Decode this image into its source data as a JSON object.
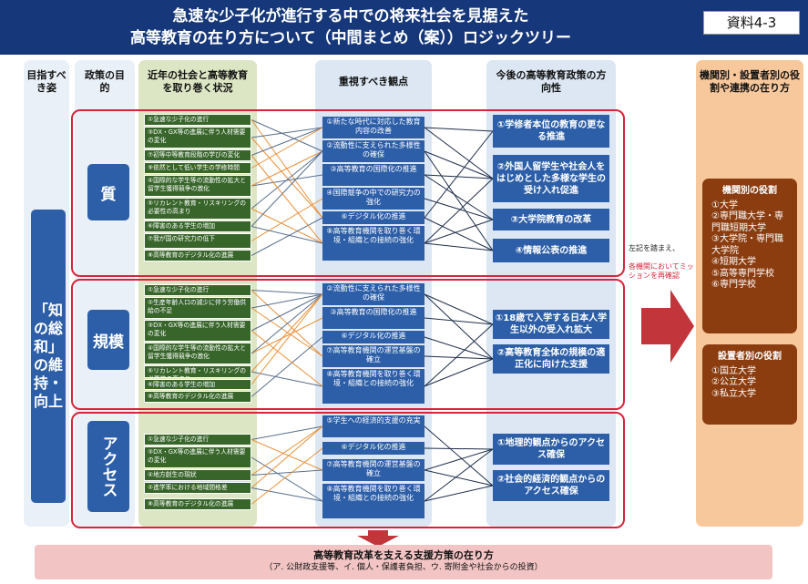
{
  "header": {
    "title_line1": "急速な少子化が進行する中での将来社会を見据えた",
    "title_line2": "高等教育の在り方について（中間まとめ（案））ロジックツリー",
    "ref_label": "資料4-3"
  },
  "columns": {
    "goal": "目指すべき姿",
    "purpose": "政策の目的",
    "situation": "近年の社会と高等教育を取り巻く状況",
    "viewpoints": "重視すべき観点",
    "directions": "今後の高等教育政策の方向性",
    "roles": "機関別・設置者別の役割や連携の在り方"
  },
  "goal_text": "「知の総和」の維持・向上",
  "sections": [
    {
      "label": "質",
      "situations": [
        "①急速な少子化の進行",
        "③DX・GX等の進展に伴う人材需要の変化",
        "⑦初等中等教育段階の学びの変化",
        "⑨依然として低い学生の学修時間",
        "④国際的な学生等の流動性の拡大と留学生獲得競争の激化",
        "⑤リカレント教育・リスキリングの必要性の高まり",
        "⑥障害のある学生の増加",
        "⑦我が国の研究力の低下",
        "⑧高等教育のデジタル化の進展"
      ],
      "viewpoints": [
        "①新たな時代に対応した教育内容の改善",
        "②流動性に支えられた多様性の確保",
        "③高等教育の国際化の推進",
        "④国際競争の中での研究力の強化",
        "⑥デジタル化の推進",
        "⑧高等教育機関を取り巻く環境・組織との接続の強化"
      ],
      "directions": [
        "①学修者本位の教育の更なる推進",
        "②外国人留学生や社会人をはじめとした多様な学生の受け入れ促進",
        "③大学院教育の改革",
        "④情報公表の推進"
      ]
    },
    {
      "label": "規模",
      "situations": [
        "①急速な少子化の進行",
        "②生産年齢人口の減少に伴う労働供給の不足",
        "③DX・GX等の進展に伴う人材需要の変化",
        "④国際的な学生等の流動性の拡大と留学生獲得競争の激化",
        "⑤リカレント教育・リスキリングの必要性の高まり",
        "⑥障害のある学生の増加",
        "⑧高等教育のデジタル化の進展"
      ],
      "viewpoints": [
        "②流動性に支えられた多様性の確保",
        "③高等教育の国際化の推進",
        "⑥デジタル化の推進",
        "⑦高等教育機関の運営基盤の確立",
        "⑧高等教育機関を取り巻く環境・組織との接続の強化"
      ],
      "directions": [
        "①18歳で入学する日本人学生以外の受入れ拡大",
        "②高等教育全体の規模の適正化に向けた支援"
      ]
    },
    {
      "label": "アクセス",
      "situations": [
        "①急速な少子化の進行",
        "③DX・GX等の進展に伴う人材需要の変化",
        "④地方創生の現状",
        "②進学率における地域間格差",
        "⑧高等教育のデジタル化の進展"
      ],
      "viewpoints": [
        "⑤学生への経済的支援の充実",
        "⑥デジタル化の推進",
        "⑦高等教育機関の運営基盤の確立",
        "⑧高等教育機関を取り巻く環境・組織との接続の強化"
      ],
      "directions": [
        "①地理的観点からのアクセス確保",
        "②社会的経済的観点からのアクセス確保"
      ]
    }
  ],
  "note_line1": "左記を踏まえ、",
  "note_line2": "各機関においてミッションを再確認",
  "roles_institution": {
    "title": "機関別の役割",
    "items": "①大学\n②専門職大学・専門職短期大学\n③大学院・専門職大学院\n④短期大学\n⑤高等専門学校\n⑥専門学校"
  },
  "roles_founder": {
    "title": "設置者別の役割",
    "items": "①国立大学\n②公立大学\n③私立大学"
  },
  "bottom": {
    "title": "高等教育改革を支える支援方策の在り方",
    "subtitle": "（ア. 公財政支援等、イ. 個人・保護者負担、ウ. 寄附金や社会からの投資）"
  },
  "colors": {
    "navy": "#16387a",
    "blue": "#2d5fa8",
    "green": "#37652a",
    "red": "#d6253a",
    "orange_bg": "#f8c89d",
    "brown": "#8b3d10"
  }
}
